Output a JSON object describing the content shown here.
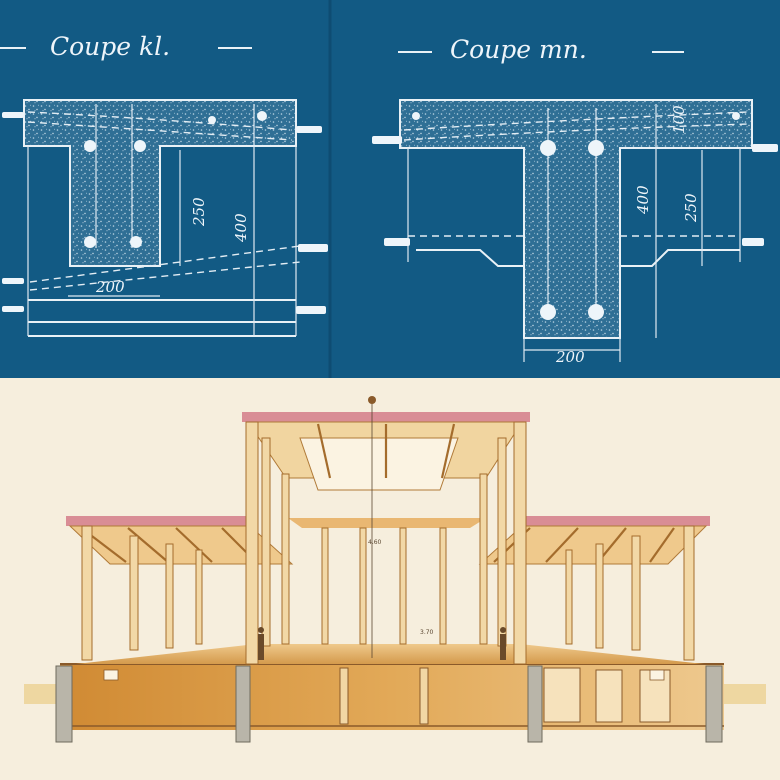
{
  "blueprint": {
    "section_left": {
      "title": "Coupe kl.",
      "dims": {
        "height_inner": "250",
        "height_outer": "400",
        "width": "200"
      }
    },
    "section_right": {
      "title": "Coupe mn.",
      "dims": {
        "flange": "100",
        "height_outer": "400",
        "height_inner": "250",
        "width": "200"
      }
    }
  },
  "drawing": {
    "height_mark_top": "4.60",
    "height_mark_mid": "3.70"
  },
  "colors": {
    "blueprint_bg": "#125a84",
    "paper": "#f6eedd",
    "timber": "#eac387",
    "shadow": "#c98c3c",
    "foundation": "#b9b5a9",
    "slab_edge": "#d98d95"
  }
}
